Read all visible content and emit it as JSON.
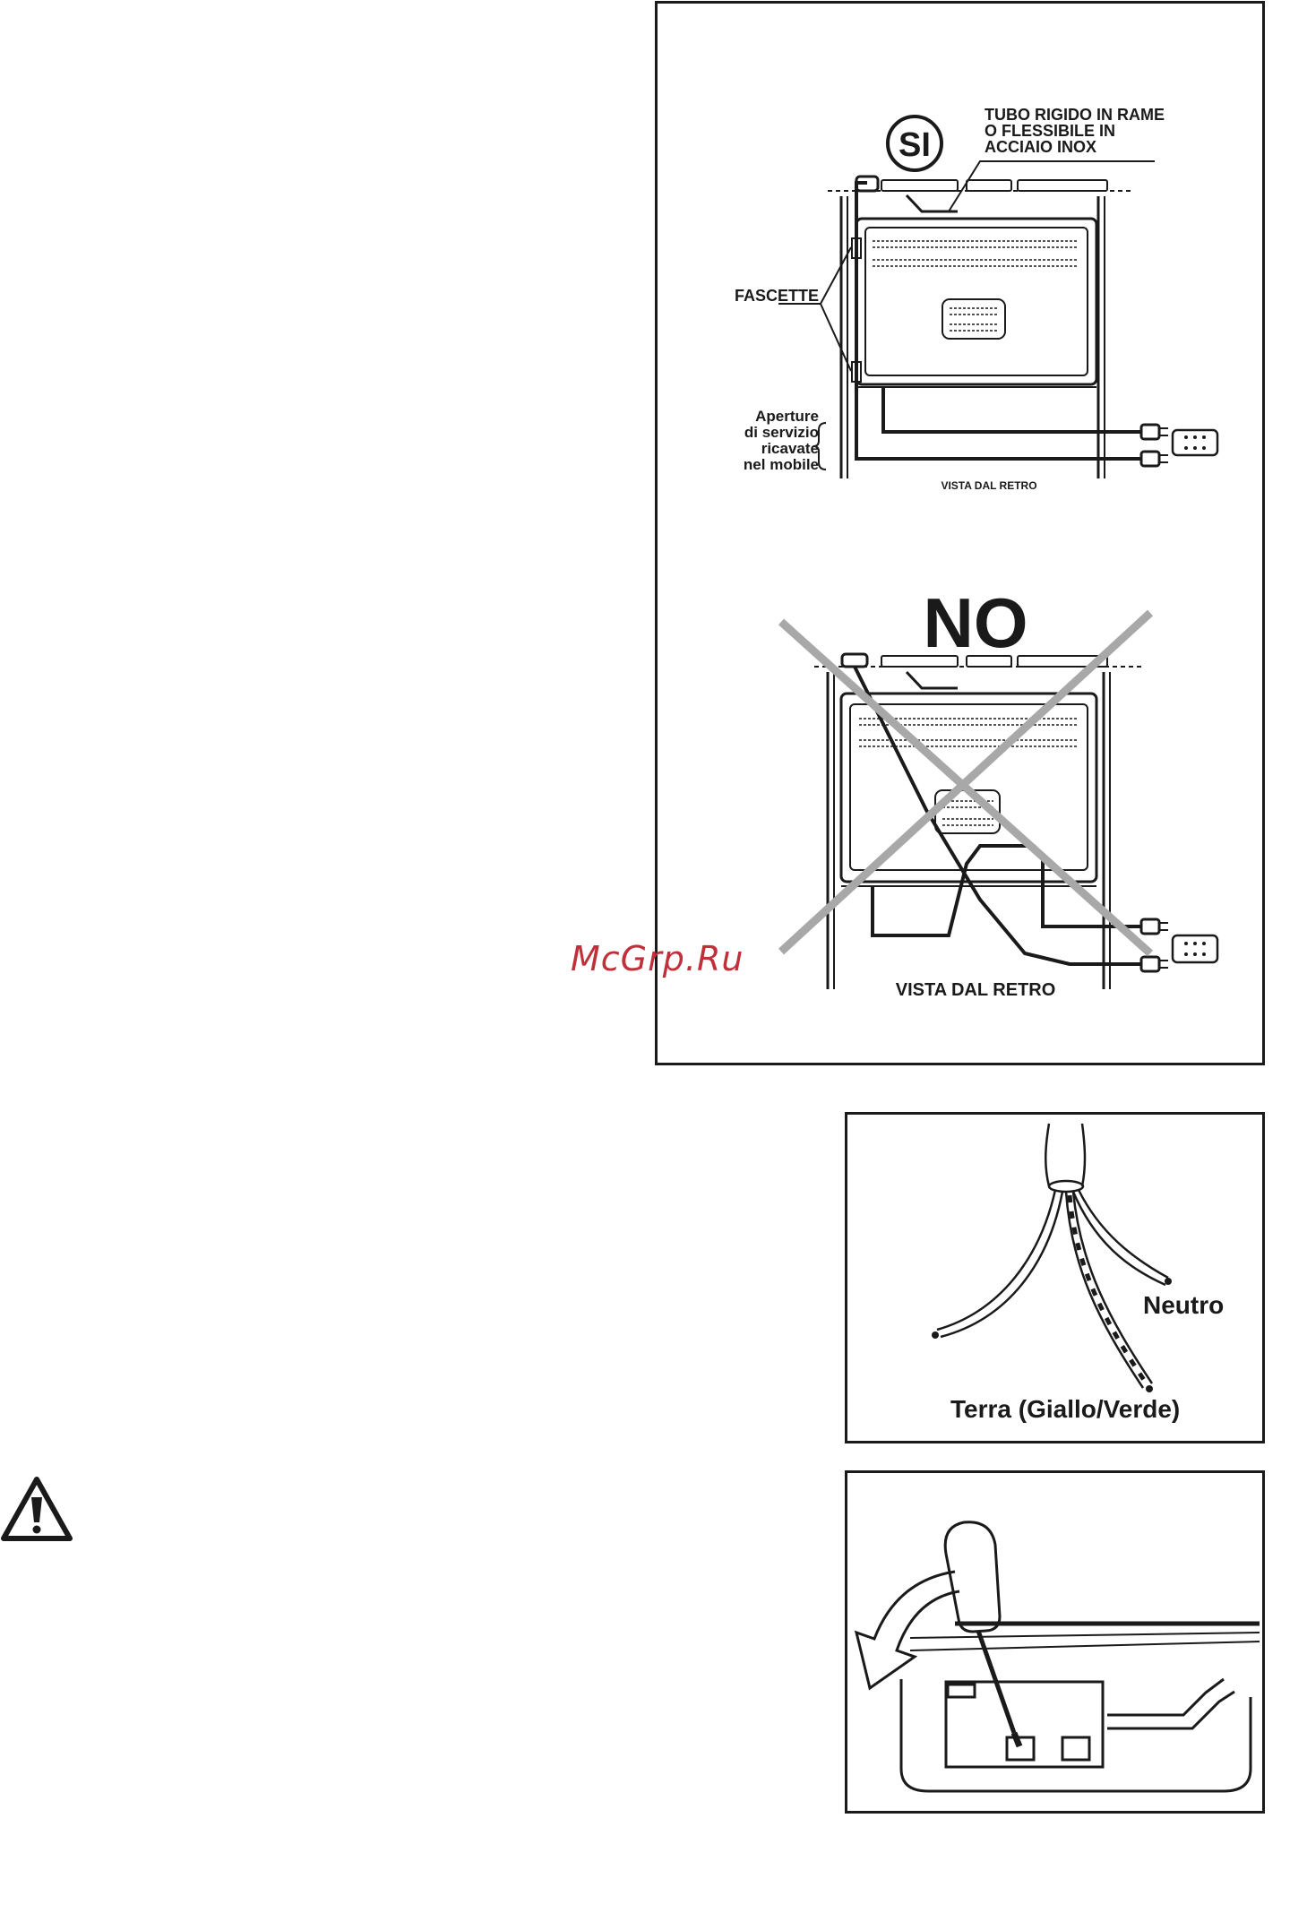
{
  "diagram_top": {
    "si_label": "SI",
    "pipe_line1": "TUBO RIGIDO IN RAME",
    "pipe_line2": "O  FLESSIBILE IN",
    "pipe_line3": "ACCIAIO INOX",
    "clamps_label": "FASCETTE",
    "openings_line1": "Aperture",
    "openings_line2": "di servizio",
    "openings_line3": "ricavate",
    "openings_line4": "nel mobile",
    "view_label": "VISTA DAL RETRO"
  },
  "diagram_bottom": {
    "no_label": "NO",
    "view_label": "VISTA DAL RETRO"
  },
  "wires": {
    "neutral_label": "Neutro",
    "earth_label": "Terra (Giallo/Verde)"
  },
  "watermark": "McGrp.Ru",
  "colors": {
    "line": "#1a1a1a",
    "cross": "#a8a8a8",
    "watermark": "#c0303a"
  }
}
